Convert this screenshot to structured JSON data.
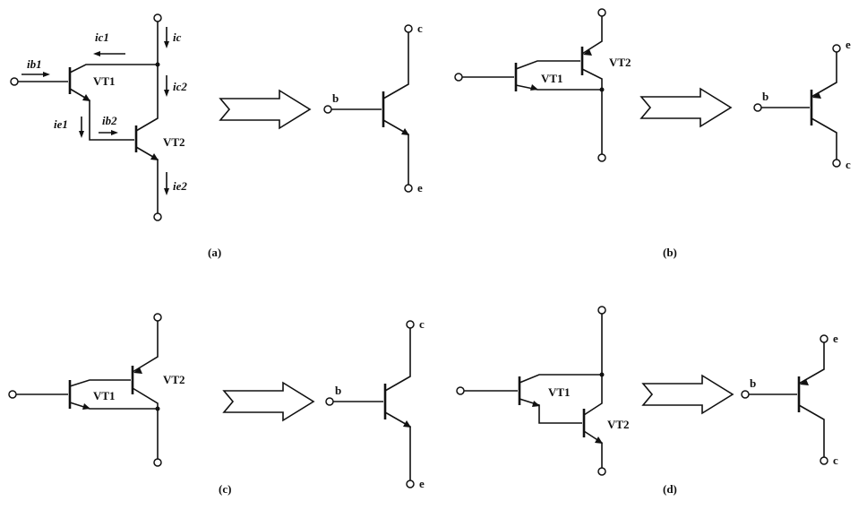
{
  "panels": {
    "a": {
      "caption": "(a)",
      "vt1": "VT1",
      "vt2": "VT2",
      "currents": {
        "ib1": "ib1",
        "ic1": "ic1",
        "ic": "ic",
        "ic2": "ic2",
        "ie1": "ie1",
        "ib2": "ib2",
        "ie2": "ie2"
      },
      "equivalent": {
        "b": "b",
        "c": "c",
        "e": "e"
      }
    },
    "b": {
      "caption": "(b)",
      "vt1": "VT1",
      "vt2": "VT2",
      "equivalent": {
        "b": "b",
        "e": "e",
        "c": "c"
      }
    },
    "c": {
      "caption": "(c)",
      "vt1": "VT1",
      "vt2": "VT2",
      "equivalent": {
        "b": "b",
        "c": "c",
        "e": "e"
      }
    },
    "d": {
      "caption": "(d)",
      "vt1": "VT1",
      "vt2": "VT2",
      "equivalent": {
        "b": "b",
        "e": "e",
        "c": "c"
      }
    }
  }
}
